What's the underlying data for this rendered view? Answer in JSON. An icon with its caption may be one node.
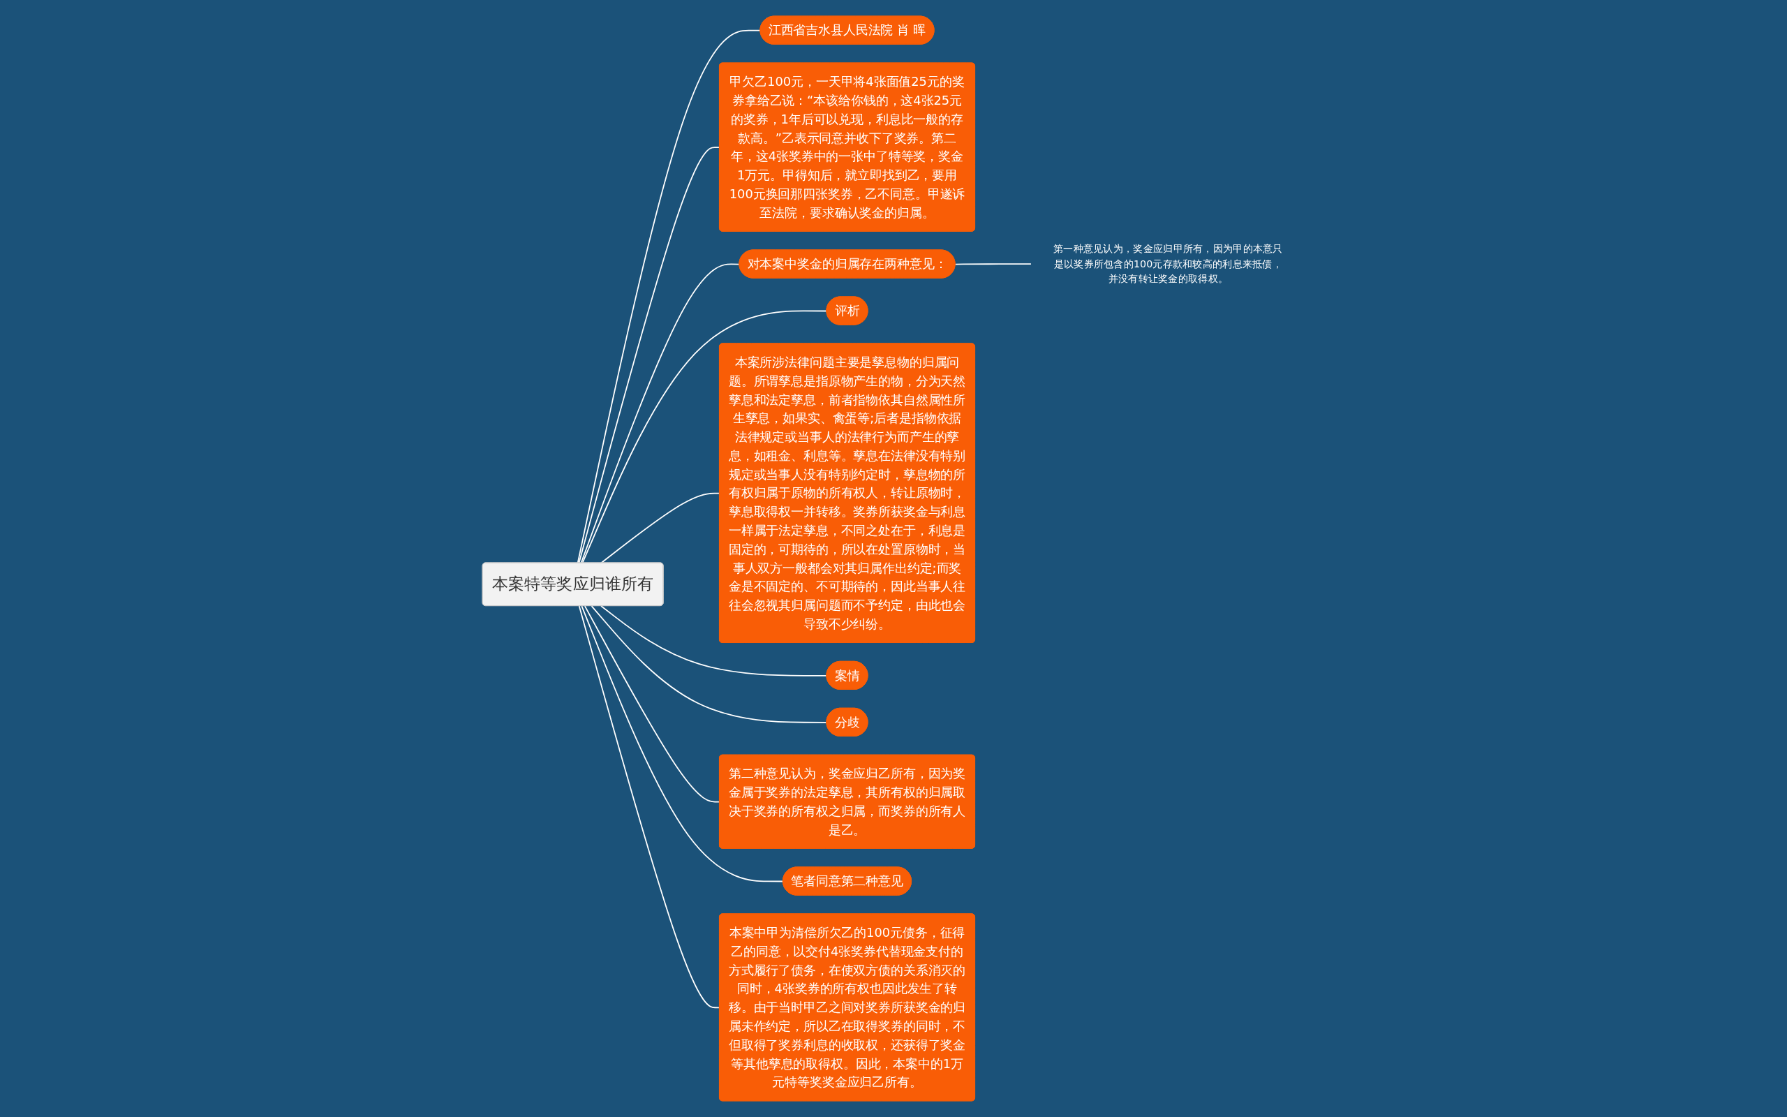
{
  "diagram": {
    "nodes": [
      {
        "text": [
          "本案特等奖应归谁所有"
        ]
      },
      {
        "text": [
          "江西省吉水县人民法院 肖 晖"
        ]
      },
      {
        "text": [
          "甲欠乙100元，一天甲将4张面值25元的奖券拿给乙说：“本该给你钱的，这4张25元的奖券，1年后可以兑现，利息比一般的存款高。”乙表示同意并收下了奖券。第二年，这4张奖券中的一张中了特等奖，奖金1万元。甲得知后，就立即找到乙，要用100元换回那四张奖券，乙不同意。甲遂诉至法院，要求确认奖金的归属。"
        ]
      },
      {
        "text": [
          "对本案中奖金的归属存在两种意见："
        ]
      },
      {
        "text": [
          "第一种意见认为，奖金应归甲所有，因为甲的本意只是以奖券所包含的100元存款和较高的利息来抵债，并没有转让奖金的取得权。"
        ]
      },
      {
        "text": [
          "评析"
        ]
      },
      {
        "text": [
          "本案所涉法律问题主要是孳息物的归属问题。所谓孳息是指原物产生的物，分为天然孳息和法定孳息，前者指物依其自然属性所生孳息，如果实、禽蛋等;后者是指物依据法律规定或当事人的法律行为而产生的孳息，如租金、利息等。孳息在法律没有特别规定或当事人没有特别约定时，孳息物的所有权归属于原物的所有权人，转让原物时，孳息取得权一并转移。奖券所获奖金与利息一样属于法定孳息，不同之处在于，利息是固定的，可期待的，所以在处置原物时，当事人双方一般都会对其归属作出约定;而奖金是不固定的、不可期待的，因此当事人往往会忽视其归属问题而不予约定，由此也会导致不少纠纷。"
        ]
      },
      {
        "text": [
          "案情"
        ]
      },
      {
        "text": [
          "分歧"
        ]
      },
      {
        "text": [
          "第二种意见认为，奖金应归乙所有，因为奖金属于奖券的法定孳息，其所有权的归属取决于奖券的所有权之归属，而奖券的所有人是乙。"
        ]
      },
      {
        "text": [
          "笔者同意第二种意见"
        ]
      },
      {
        "text": [
          "本案中甲为清偿所欠乙的100元债务，征得乙的同意，以交付4张奖券代替现金支付的方式履行了债务，在使双方债的关系消灭的同时，4张奖券的所有权也因此发生了转移。由于当时甲乙之间对奖券所获奖金的归属未作约定，所以乙在取得奖券的同时，不但取得了奖券利息的收取权，还获得了奖金等其他孳息的取得权。因此，本案中的1万元特等奖奖金应归乙所有。"
        ]
      }
    ],
    "edges": [
      {
        "from": 0,
        "to": 1,
        "arrow": "none"
      },
      {
        "from": 0,
        "to": 2,
        "arrow": "none"
      },
      {
        "from": 0,
        "to": 3,
        "arrow": "none"
      },
      {
        "from": 3,
        "to": 4,
        "arrow": "none"
      },
      {
        "from": 0,
        "to": 5,
        "arrow": "none"
      },
      {
        "from": 0,
        "to": 6,
        "arrow": "none"
      },
      {
        "from": 0,
        "to": 7,
        "arrow": "none"
      },
      {
        "from": 0,
        "to": 8,
        "arrow": "none"
      },
      {
        "from": 0,
        "to": 9,
        "arrow": "none"
      },
      {
        "from": 0,
        "to": 10,
        "arrow": "none"
      },
      {
        "from": 0,
        "to": 11,
        "arrow": "none"
      }
    ]
  }
}
